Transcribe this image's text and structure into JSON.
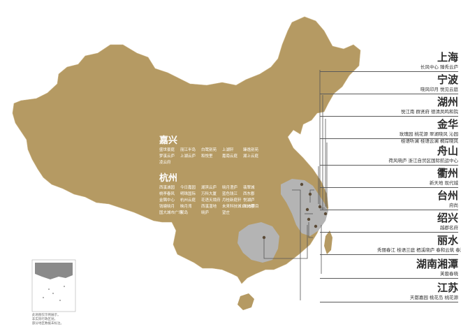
{
  "colors": {
    "land": "#b59a63",
    "highlight": "#b4b4b4",
    "line": "#555555",
    "marker": "#5a4a36"
  },
  "cities": [
    {
      "name": "上海",
      "projects": "长风中心 臻秀云庐"
    },
    {
      "name": "宁波",
      "projects": "晓风印月 悦见云庭"
    },
    {
      "name": "湖州",
      "projects": "悦江南 群贤府 德清凤鸣和院"
    },
    {
      "name": "金华",
      "projects": "玫瑰园 桃花源 翠湖晓风 沁园",
      "projects2": "桂语听澜 桂语云澜 桐岸晓风"
    },
    {
      "name": "舟山",
      "projects": "荷风晓庐 浙江自贸区国际航运中心"
    },
    {
      "name": "衢州",
      "projects": "新天地 现代城"
    },
    {
      "name": "台州",
      "projects": "府尚"
    },
    {
      "name": "绍兴",
      "projects": "越郡名府"
    },
    {
      "name": "丽水",
      "projects": "秀丽春江 桂语兰庭 栖溪晓庐 春和云筑 春溪晓园"
    },
    {
      "name": "湖南湘潭",
      "projects": "芙蓉春晓"
    },
    {
      "name": "江苏",
      "projects": "天都嘉园 桃花岛 桃花源"
    }
  ],
  "jiaxing": {
    "title": "嘉兴",
    "projects": [
      "盛世豪庭",
      "丽江半岛",
      "白鹭别苑",
      "上湖轩",
      "臻逸别苑",
      "梦溪云庐",
      "上湖云庐",
      "和悦里",
      "嘉南云庭",
      "湖上云庭",
      "凌云府"
    ]
  },
  "hangzhou": {
    "title": "杭州",
    "projects": [
      "西溪诚园",
      "今日嘉园",
      "湖滨云庐",
      "晓月澄庐",
      "翡翠城",
      "桃李春风",
      "明珠国际",
      "万科大厦",
      "蓝色钱江",
      "西东郡",
      "金隅中心",
      "杭州云庭",
      "花语天境府",
      "月桂新庭轩",
      "悦湖庐",
      "钱塘晓月",
      "映月湾",
      "西溪湿地",
      "未来科技城1318项目",
      "阳光郡",
      "国大城市广场",
      "观岛",
      "晓庐",
      "望庄"
    ]
  },
  "legend_note": [
    "此地图仅示例展示，",
    "非实际行政区划，",
    "部分地区数据未标注。"
  ]
}
